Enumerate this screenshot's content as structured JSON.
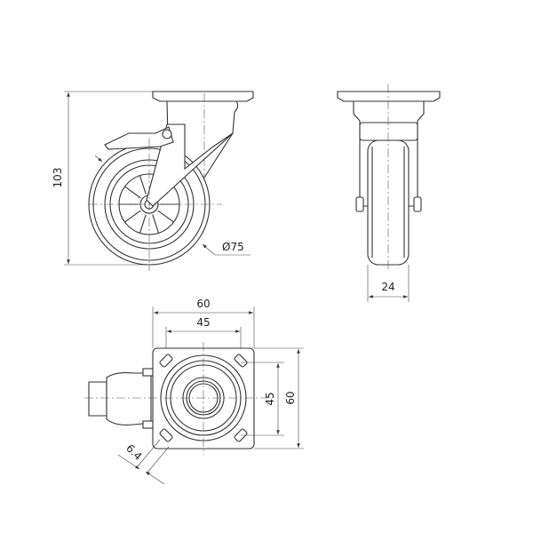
{
  "drawing": {
    "side_view": {
      "height_label": "103",
      "wheel_diameter_label": "Ø75"
    },
    "front_view": {
      "wheel_width_label": "24"
    },
    "top_view": {
      "plate_width_label": "60",
      "hole_spacing_x_label": "45",
      "hole_spacing_y_label": "45",
      "plate_height_label": "60",
      "hole_size_label": "6.4"
    }
  }
}
